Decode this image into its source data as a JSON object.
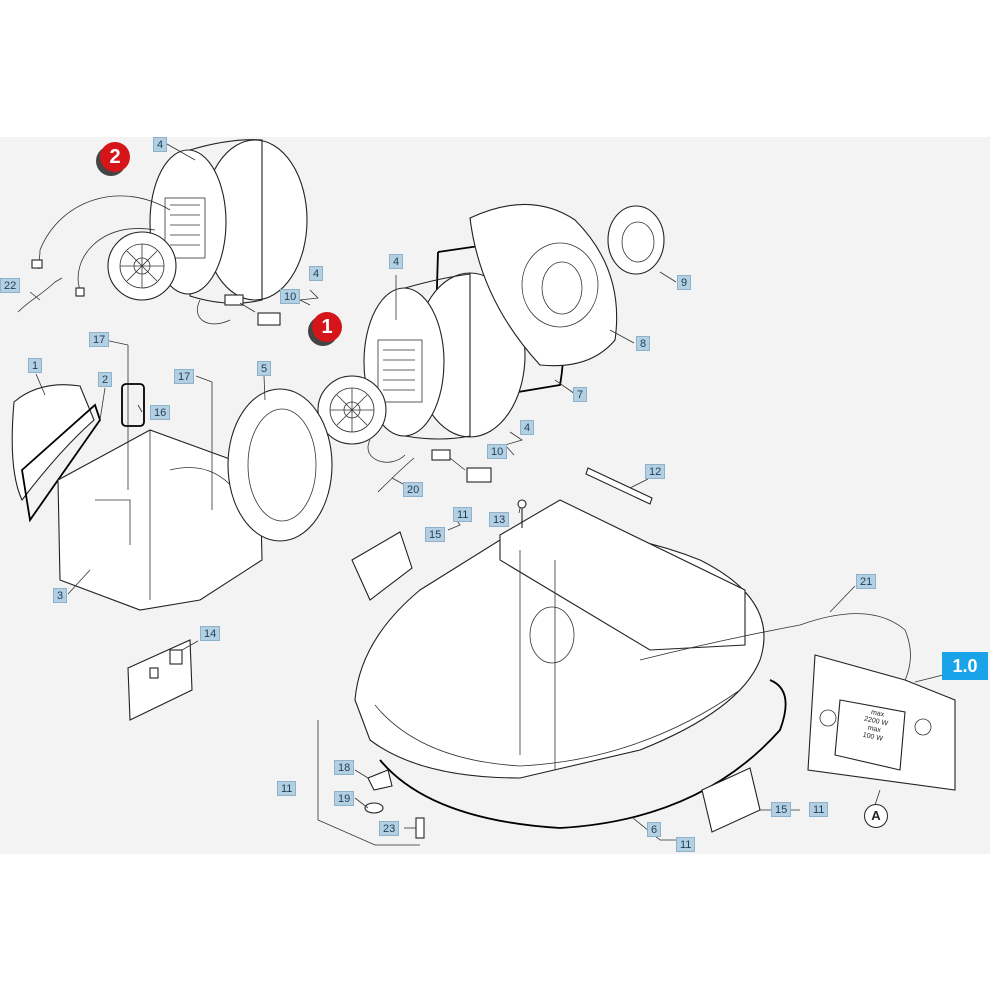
{
  "badges": {
    "assembly_2": "2",
    "assembly_1": "1"
  },
  "version_label": "1.0",
  "detail_marker": "A",
  "switch_text": {
    "line1": "max",
    "line2": "2200 W",
    "line3": "max",
    "line4": "100 W"
  },
  "parts": {
    "p1": "1",
    "p2": "2",
    "p3": "3",
    "p4_top": "4",
    "p4_mid": "4",
    "p4_right": "4",
    "p4_lower": "4",
    "p5": "5",
    "p6": "6",
    "p7": "7",
    "p8": "8",
    "p9": "9",
    "p10_top": "10",
    "p10_lower": "10",
    "p11_a": "11",
    "p11_b": "11",
    "p11_c": "11",
    "p11_d": "11",
    "p12": "12",
    "p13": "13",
    "p14": "14",
    "p15_a": "15",
    "p15_b": "15",
    "p16": "16",
    "p17_a": "17",
    "p17_b": "17",
    "p18": "18",
    "p19": "19",
    "p20": "20",
    "p21": "21",
    "p22": "22",
    "p23": "23"
  }
}
